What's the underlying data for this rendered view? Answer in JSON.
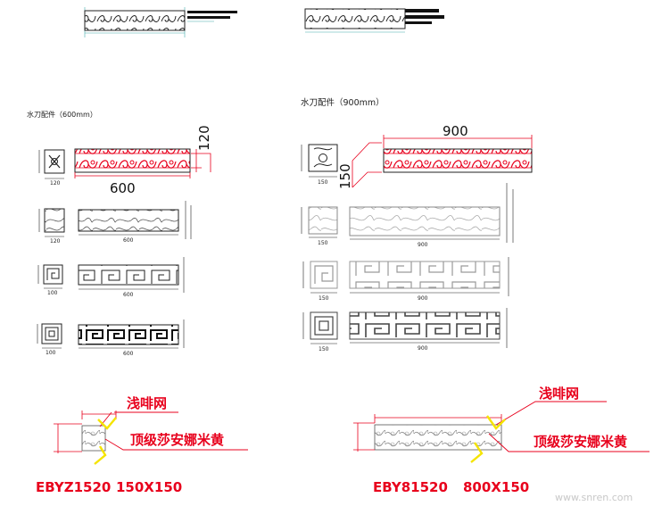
{
  "sections": {
    "left_title": "水刀配件（600mm）",
    "right_title": "水刀配件（900mm）"
  },
  "dimensions": {
    "left_length": "600",
    "left_height": "120",
    "right_length": "900",
    "right_height": "150",
    "left_small": "600",
    "left_side_120": "120",
    "left_side_100": "100",
    "right_small": "900",
    "right_side_150": "150"
  },
  "labels": {
    "left_mesh": "浅啡网",
    "left_stone": "顶级莎安娜米黄",
    "right_mesh": "浅啡网",
    "right_stone": "顶级莎安娜米黄"
  },
  "codes": {
    "left_code": "EBYZ1520",
    "left_size": "150X150",
    "right_code": "EBY81520",
    "right_size": "800X150"
  },
  "watermark": "www.snren.com",
  "colors": {
    "red": "#e8001c",
    "yellow": "#f5e400",
    "line": "#222222"
  }
}
